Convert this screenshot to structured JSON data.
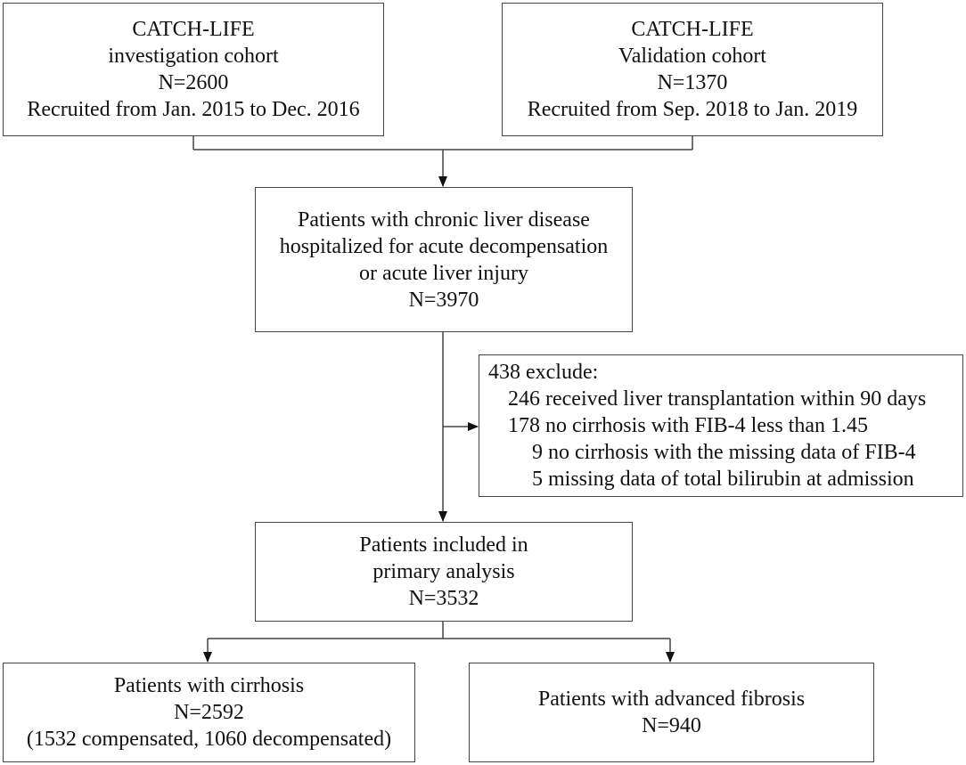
{
  "boxes": {
    "investigation": {
      "lines": [
        "CATCH-LIFE",
        "investigation cohort",
        "N=2600",
        "Recruited from Jan. 2015 to Dec. 2016"
      ]
    },
    "validation": {
      "lines": [
        "CATCH-LIFE",
        "Validation cohort",
        "N=1370",
        "Recruited from Sep. 2018 to Jan. 2019"
      ]
    },
    "hospitalized": {
      "lines": [
        "Patients with chronic liver disease",
        "hospitalized for acute decompensation",
        "or acute liver injury",
        "N=3970"
      ]
    },
    "exclude": {
      "title": "438 exclude:",
      "items": [
        "246 received liver transplantation within 90 days",
        "178 no cirrhosis with FIB-4 less than 1.45",
        "9 no cirrhosis with the missing data of FIB-4",
        "5 missing data of total bilirubin at admission"
      ]
    },
    "primary": {
      "lines": [
        "Patients included in",
        "primary analysis",
        "N=3532"
      ]
    },
    "cirrhosis": {
      "lines": [
        "Patients with cirrhosis",
        "N=2592",
        "(1532 compensated, 1060 decompensated)"
      ]
    },
    "fibrosis": {
      "lines": [
        "Patients with advanced fibrosis",
        "N=940"
      ]
    }
  }
}
